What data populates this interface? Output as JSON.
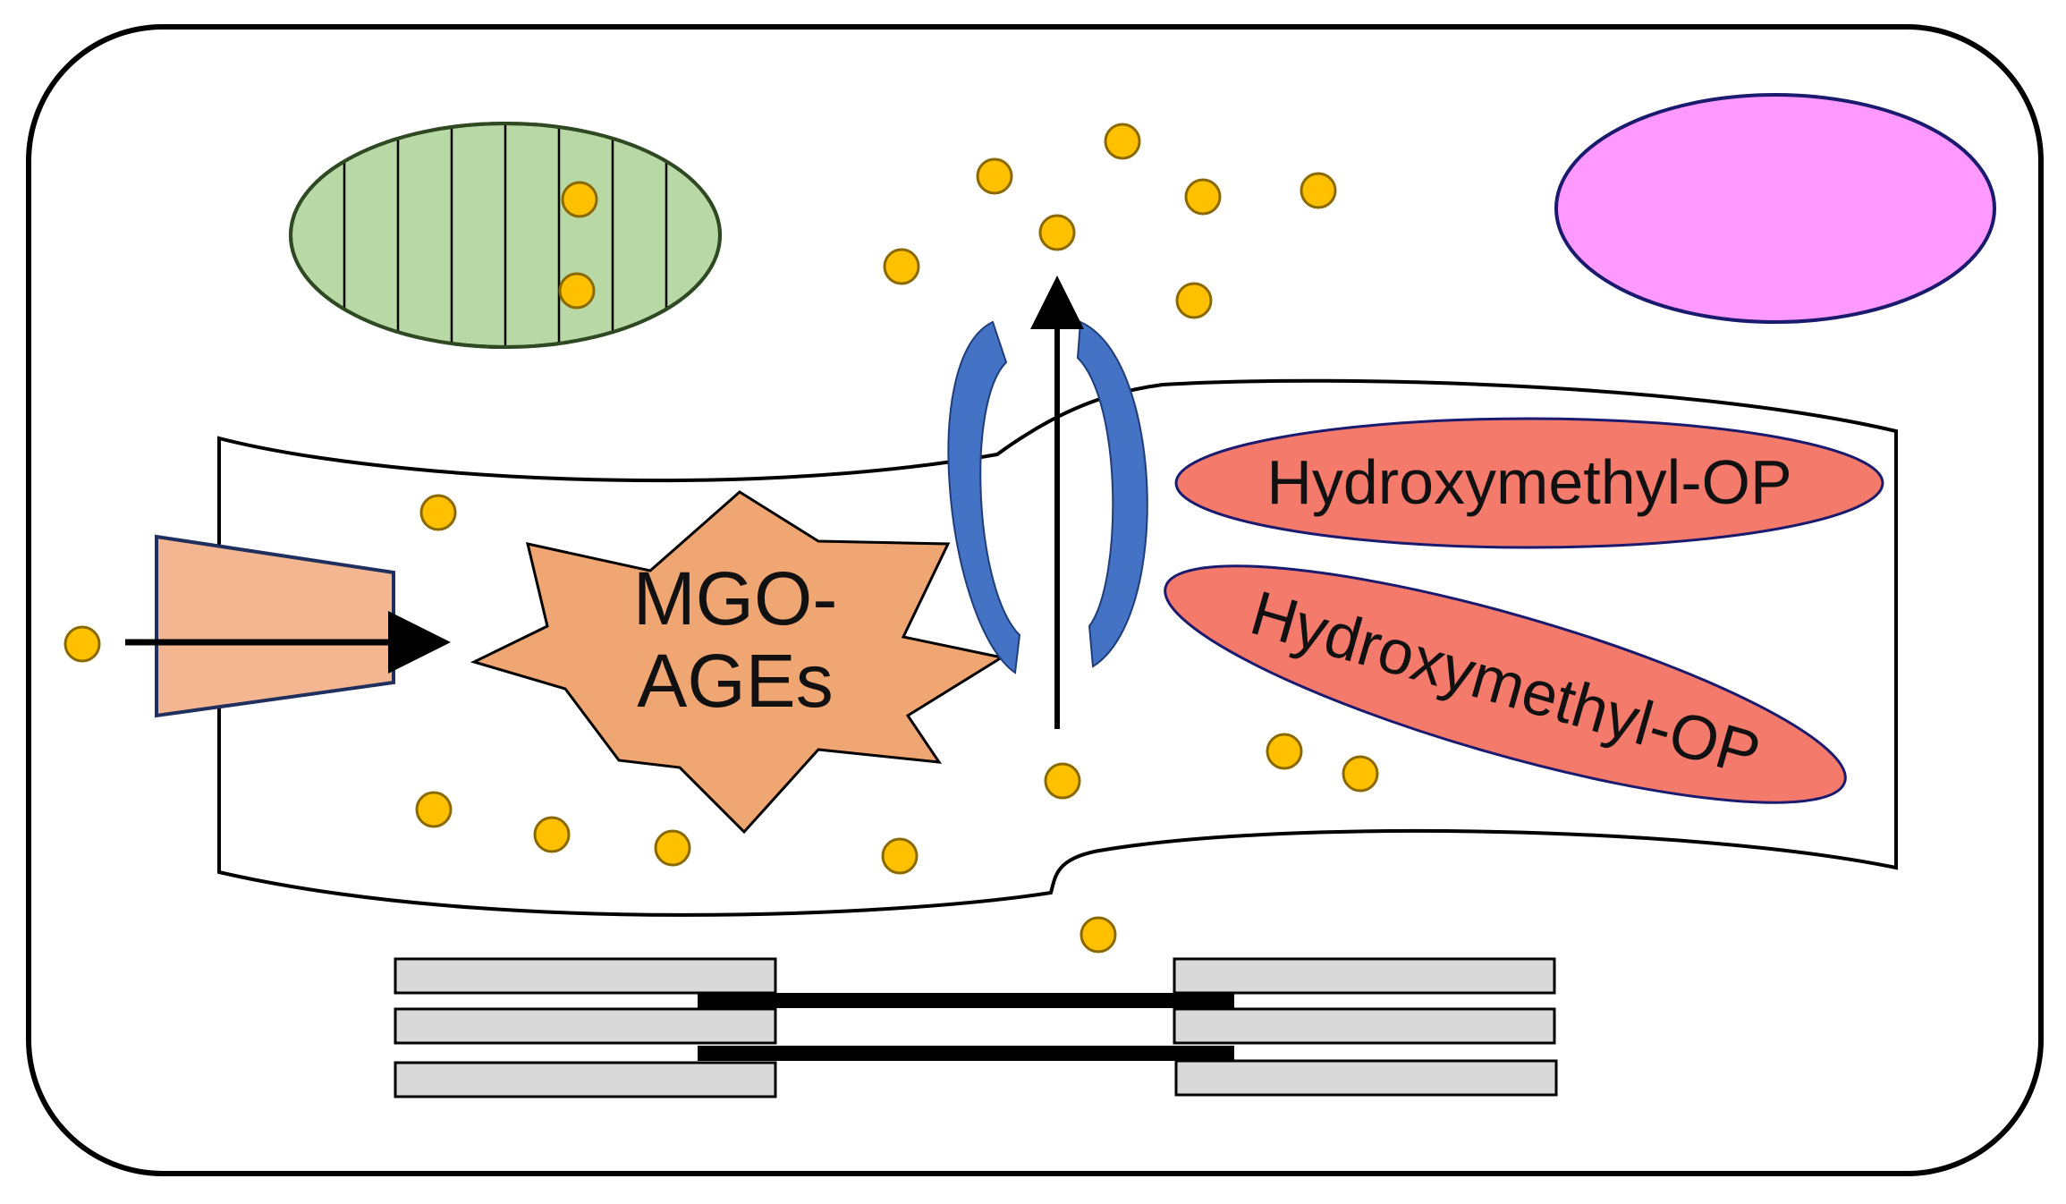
{
  "labels": {
    "mgo_line1": "MGO-",
    "mgo_line2": "AGEs",
    "hydroxymethyl_upper": "Hydroxymethyl-OP",
    "hydroxymethyl_lower": "Hydroxymethyl-OP"
  },
  "colors": {
    "cell_border": "#000000",
    "mitochondrion_fill": "#b8d8a6",
    "mitochondrion_stroke": "#2f4a22",
    "nucleus_fill": "#ff99ff",
    "nucleus_stroke": "#1a1a6e",
    "transporter_fill": "#f4b690",
    "transporter_stroke": "#1f2f5e",
    "mgo_ages_fill": "#f0a673",
    "channel_fill": "#4472c4",
    "hydroxymethyl_fill": "#f47a6b",
    "particle_fill": "#ffc000",
    "particle_stroke": "#8a6a00",
    "sarcomere_fill": "#d9d9d9"
  }
}
